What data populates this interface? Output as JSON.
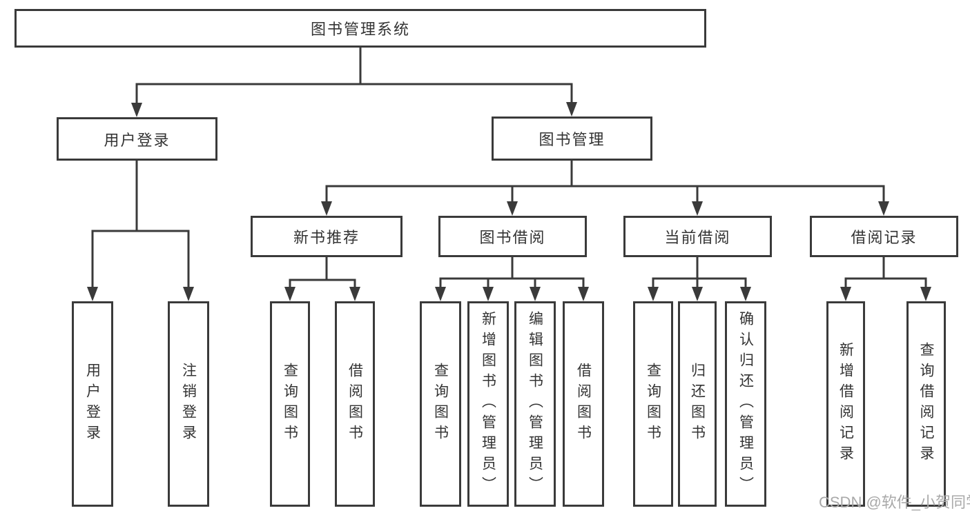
{
  "diagram": {
    "title_node": "图书管理系统",
    "level2": [
      {
        "label": "用户登录"
      },
      {
        "label": "图书管理"
      }
    ],
    "level3": [
      {
        "label": "新书推荐"
      },
      {
        "label": "图书借阅"
      },
      {
        "label": "当前借阅"
      },
      {
        "label": "借阅记录"
      }
    ],
    "leaves": [
      {
        "label": "用户登录"
      },
      {
        "label": "注销登录"
      },
      {
        "label": "查询图书"
      },
      {
        "label": "借阅图书"
      },
      {
        "label": "查询图书"
      },
      {
        "label": "新增图书（管理员）"
      },
      {
        "label": "编辑图书（管理员）"
      },
      {
        "label": "借阅图书"
      },
      {
        "label": "查询图书"
      },
      {
        "label": "归还图书"
      },
      {
        "label": "确认归还（管理员）"
      },
      {
        "label": "新增借阅记录"
      },
      {
        "label": "查询借阅记录"
      }
    ],
    "watermark": "CSDN @软件_小贺同学",
    "colors": {
      "line": "#3a3a3a",
      "text": "#333333",
      "watermark": "#a9a9a9",
      "background": "#ffffff"
    }
  }
}
